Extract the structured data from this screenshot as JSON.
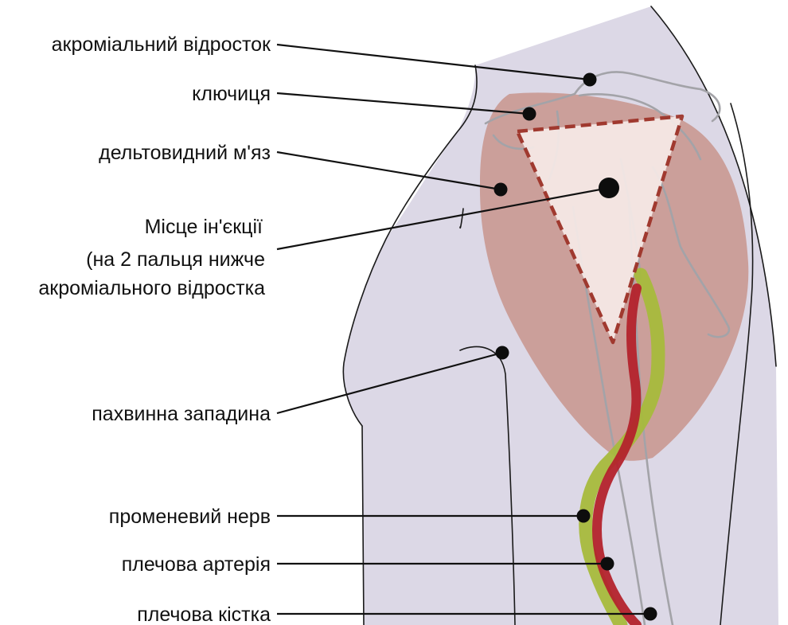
{
  "labels": {
    "acromion": "акроміальний відросток",
    "clavicle": "ключиця",
    "deltoid": "дельтовидний м'яз",
    "injection_line1": "Місце ін'єкції",
    "injection_line2": "(на 2 пальця нижче",
    "injection_line3": "акроміального відростка",
    "axilla": "пахвинна западина",
    "radial_nerve": "променевий нерв",
    "brachial_artery": "плечова артерія",
    "humerus": "плечова кістка"
  },
  "colors": {
    "skin": "#dcd8e6",
    "deltoid": "#c99a93",
    "injection_zone": "#f8ece9",
    "injection_outline": "#9c2f24",
    "artery": "#b3232c",
    "nerve": "#a7bb3c",
    "bone": "#a3a3a8",
    "outline": "#1a1a1a"
  }
}
